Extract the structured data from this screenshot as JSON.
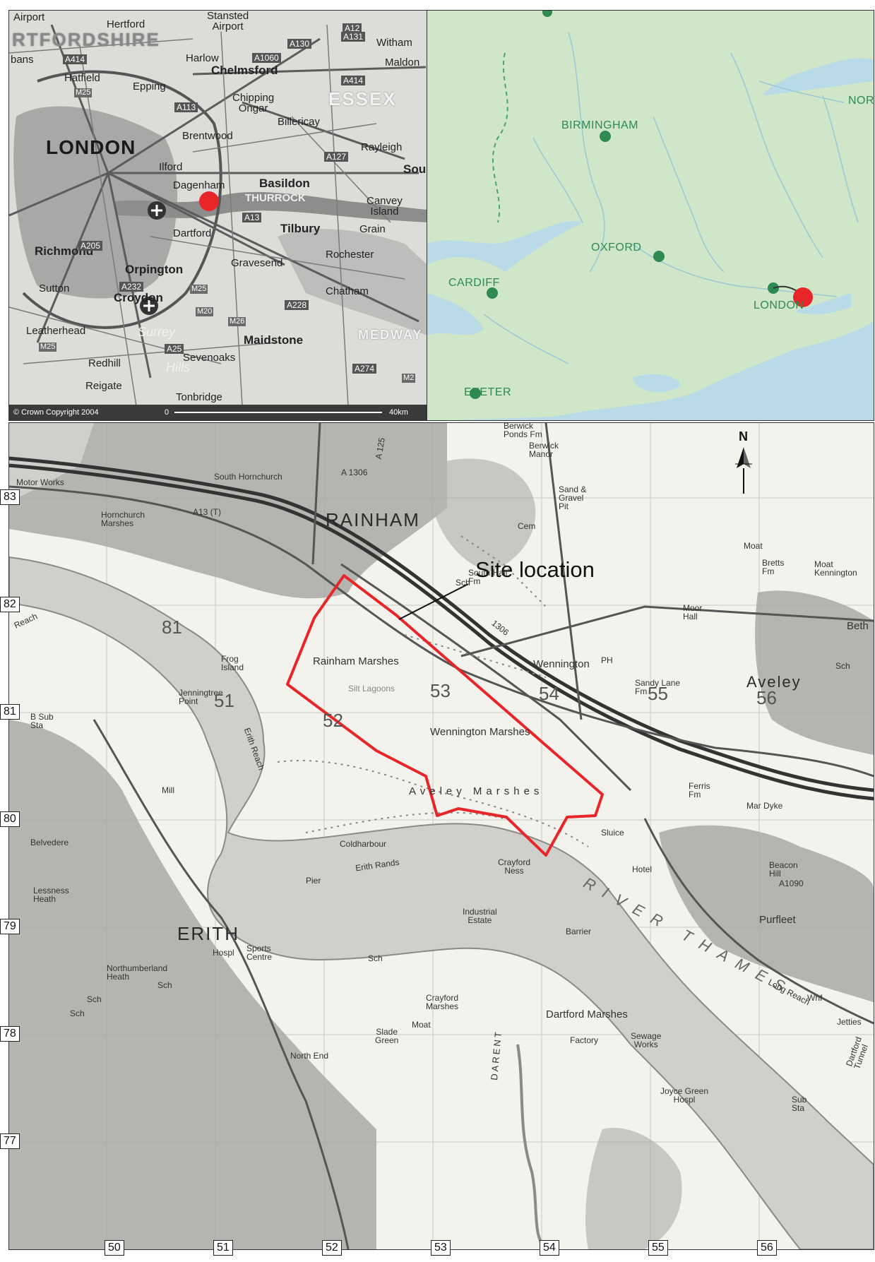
{
  "regional_map": {
    "places": {
      "airport": "Airport",
      "hertford": "Hertford",
      "stansted": "Stansted\nAirport",
      "hertfordshire": "RTFORDSHIRE",
      "witham": "Witham",
      "albans": "bans",
      "harlow": "Harlow",
      "maldon": "Maldon",
      "hatfield": "Hatfield",
      "chelmsford": "Chelmsford",
      "epping": "Epping",
      "chipping_ongar": "Chipping\nOngar",
      "essex": "ESSEX",
      "billericay": "Billericay",
      "london": "LONDON",
      "brentwood": "Brentwood",
      "rayleigh": "Rayleigh",
      "ilford": "Ilford",
      "southend": "Sou",
      "dagenham": "Dagenham",
      "basildon": "Basildon",
      "thurrock": "THURROCK",
      "canvey": "Canvey\nIsland",
      "dartford": "Dartford",
      "tilbury": "Tilbury",
      "grain": "Grain",
      "richmond": "Richmond",
      "orpington": "Orpington",
      "gravesend": "Gravesend",
      "rochester": "Rochester",
      "sutton": "Sutton",
      "croydon": "Croydon",
      "chatham": "Chatham",
      "leatherhead": "Leatherhead",
      "surrey": "Surrey",
      "hills": "Hills",
      "maidstone": "Maidstone",
      "medway": "MEDWAY",
      "redhill": "Redhill",
      "sevenoaks": "Sevenoaks",
      "reigate": "Reigate",
      "tonbridge": "Tonbridge"
    },
    "roads": {
      "a414": "A414",
      "a414b": "A414",
      "a130": "A130",
      "a131": "A131",
      "a12": "A12",
      "a1060": "A1060",
      "a113": "A113",
      "a127": "A127",
      "a13": "A13",
      "a205": "A205",
      "a232": "A232",
      "a25": "A25",
      "a228": "A228",
      "a274": "A274",
      "m25a": "M25",
      "m25b": "M25",
      "m25c": "M25",
      "m20": "M20",
      "m2": "M2",
      "m26": "M26"
    },
    "copyright": "© Crown Copyright 2004",
    "scale_start": "0",
    "scale_end": "40km"
  },
  "national_map": {
    "places": {
      "birmingham": "BIRMINGHAM",
      "oxford": "OXFORD",
      "cardiff": "CARDIFF",
      "london": "LONDON",
      "exeter": "EXETER",
      "norwich": "NOR"
    },
    "colors": {
      "land": "#cfe6c8",
      "sea": "#b9dbe8",
      "dots": "#2e8a52",
      "site": "#e8262a"
    }
  },
  "os_map": {
    "site_label": "Site location",
    "north": "N",
    "places": {
      "south_hornchurch": "South Hornchurch",
      "rainham": "RAINHAM",
      "hornchurch_marshes": "Hornchurch\nMarshes",
      "motor_works": "Motor Works",
      "berwick_ponds": "Berwick\nPonds Fm",
      "berwick_manor": "Berwick\nManor",
      "sand_gravel": "Sand &\nGravel\nPit",
      "cem": "Cem",
      "moat": "Moat",
      "bretts_fm": "Bretts\nFm",
      "moat_kennington": "Moat\nKennington",
      "sch_rainham": "Sch",
      "south_hall": "South Hall\nFm",
      "moor_hall": "Moor\nHall",
      "beth": "Beth",
      "frog_island": "Frog\nIsland",
      "rainham_marshes": "Rainham Marshes",
      "silt_lagoons": "Silt Lagoons",
      "wennington": "Wennington",
      "ph": "PH",
      "sandy_lane": "Sandy Lane\nFm",
      "aveley": "Aveley",
      "sch_aveley": "Sch",
      "jenningtree": "Jenningtree\nPoint",
      "b_sub_sta": "B Sub\nSta",
      "wennington_marshes": "Wennington Marshes",
      "aveley_marshes": "Aveley Marshes",
      "ferris_fm": "Ferris\nFm",
      "mar_dyke": "Mar Dyke",
      "mill": "Mill",
      "erith_reach": "Erith Reach",
      "reach": "Reach",
      "coldharbour": "Coldharbour",
      "belvedere": "Belvedere",
      "erith_rands": "Erith Rands",
      "crayford_ness": "Crayford\nNess",
      "sluice": "Sluice",
      "hotel": "Hotel",
      "beacon_hill": "Beacon\nHill",
      "pier": "Pier",
      "lessness": "Lessness\nHeath",
      "river_thames": "RIVER THAMES",
      "purfleet": "Purfleet",
      "erith": "ERITH",
      "industrial_estate": "Industrial\nEstate",
      "barrier": "Barrier",
      "hospl": "Hospl",
      "sports_centre": "Sports\nCentre",
      "northumberland_heath": "Northumberland\nHeath",
      "sch_erith": "Sch",
      "sch2": "Sch",
      "sch3": "Sch",
      "crayford_marshes": "Crayford\nMarshes",
      "dartford_marshes": "Dartford Marshes",
      "long_reach": "Long Reach",
      "whf": "Whf",
      "jetties": "Jetties",
      "slade_green": "Slade\nGreen",
      "moat2": "Moat",
      "north_end": "North End",
      "factory": "Factory",
      "sewage_works": "Sewage\nWorks",
      "darent": "DARENT",
      "joyce_green": "Joyce Green\nHospl",
      "dartford_tunnel": "Dartford\nTunnel",
      "sub_sta": "Sub\nSta",
      "sch_bottom": "Sch"
    },
    "roads": {
      "a1306": "A 1306",
      "a125": "A 125",
      "a13": "A13 (T)",
      "r1306": "1306",
      "a1090": "A1090"
    },
    "grid_inner": {
      "g81": "81",
      "g51": "51",
      "g52": "52",
      "g53": "53",
      "g54": "54",
      "g55": "55",
      "g56": "56"
    },
    "grid_left": [
      "83",
      "82",
      "81",
      "80",
      "79",
      "78",
      "77"
    ],
    "grid_bottom": [
      "50",
      "51",
      "52",
      "53",
      "54",
      "55",
      "56"
    ],
    "colors": {
      "site_boundary": "#e8262a",
      "river": "#d2d2d0"
    }
  }
}
